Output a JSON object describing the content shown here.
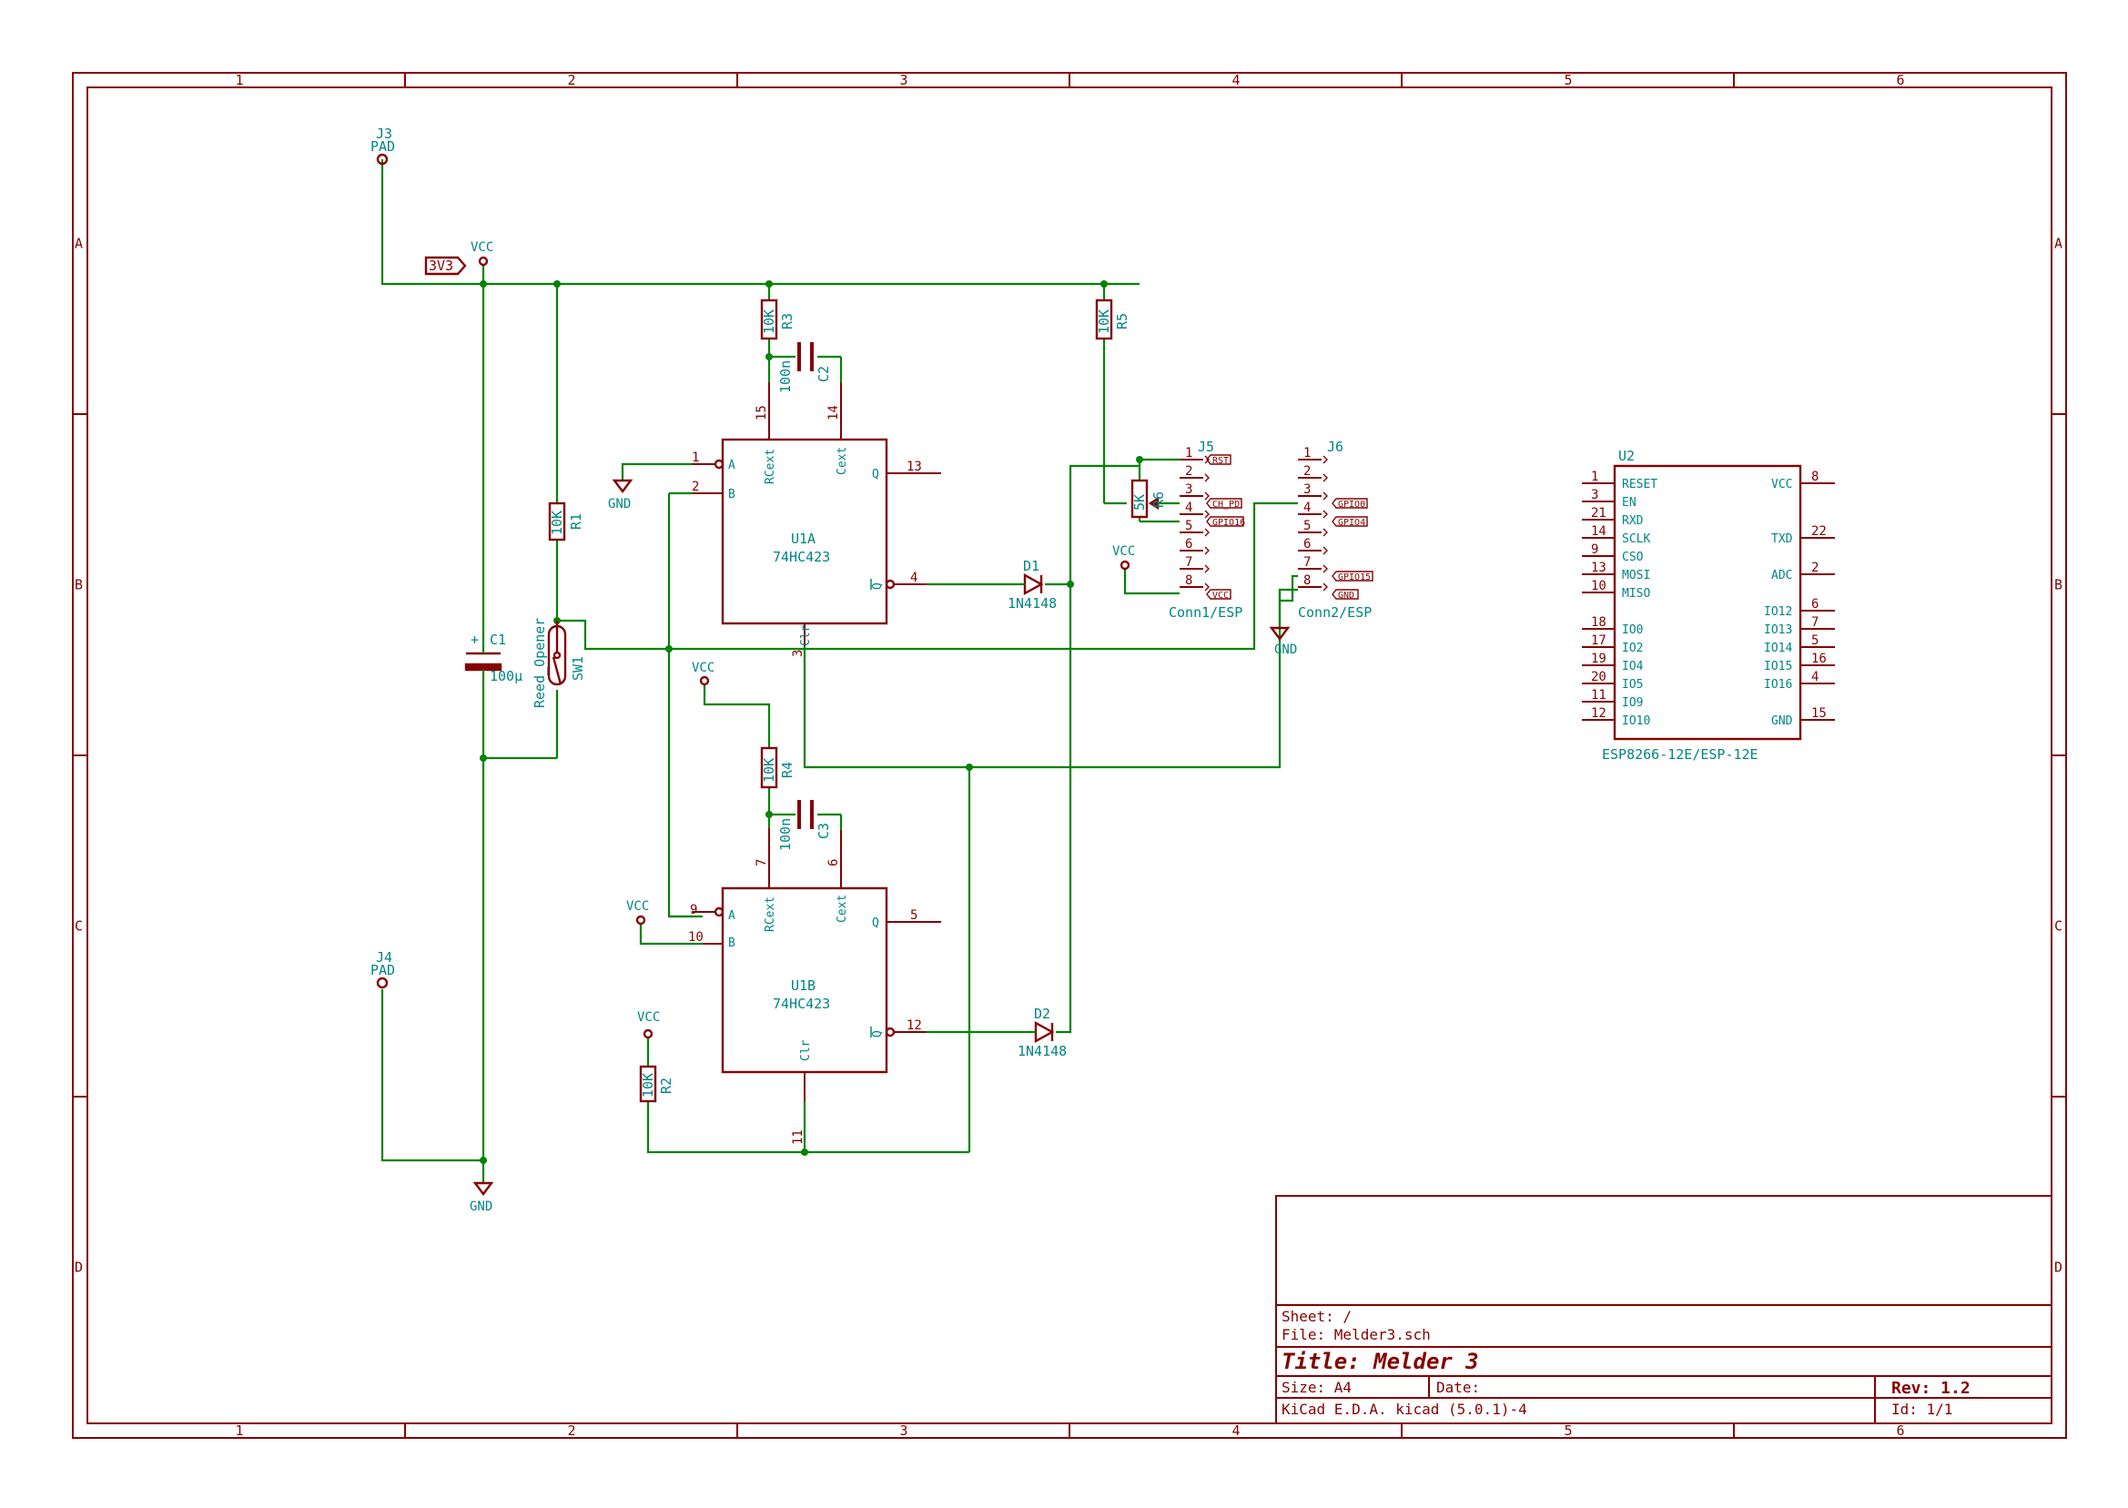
{
  "frame": {
    "columns": [
      "1",
      "2",
      "3",
      "4",
      "5",
      "6"
    ],
    "rows": [
      "A",
      "B",
      "C",
      "D"
    ]
  },
  "title_block": {
    "sheet": "Sheet: /",
    "file": "File: Melder3.sch",
    "title": "Title: Melder 3",
    "size": "Size: A4",
    "date": "Date:",
    "rev": "Rev: 1.2",
    "tool": "KiCad E.D.A.  kicad (5.0.1)-4",
    "id": "Id: 1/1"
  },
  "components": {
    "J3": {
      "ref": "J3",
      "value": "PAD"
    },
    "J4": {
      "ref": "J4",
      "value": "PAD"
    },
    "C1": {
      "ref": "C1",
      "value": "100µ",
      "plus": "+"
    },
    "C2": {
      "ref": "C2",
      "value": "100n"
    },
    "C3": {
      "ref": "C3",
      "value": "100n"
    },
    "R1": {
      "ref": "R1",
      "value": "10K"
    },
    "R2": {
      "ref": "R2",
      "value": "10K"
    },
    "R3": {
      "ref": "R3",
      "value": "10K"
    },
    "R4": {
      "ref": "R4",
      "value": "10K"
    },
    "R5": {
      "ref": "R5",
      "value": "10K"
    },
    "R6": {
      "ref": "R6",
      "value": "5K"
    },
    "SW1": {
      "ref": "SW1",
      "value": "Reed_Opener"
    },
    "D1": {
      "ref": "D1",
      "value": "1N4148"
    },
    "D2": {
      "ref": "D2",
      "value": "1N4148"
    },
    "U1A": {
      "ref": "U1A",
      "value": "74HC423",
      "pins": {
        "A": "A",
        "B": "B",
        "RCext": "RCext",
        "Cext": "Cext",
        "Q": "Q",
        "Qn": "Q",
        "Clr": "Clr"
      },
      "pin_numbers": {
        "A": "1",
        "B": "2",
        "RCext": "15",
        "Cext": "14",
        "Q": "13",
        "Qn": "4",
        "Clr": "3"
      }
    },
    "U1B": {
      "ref": "U1B",
      "value": "74HC423",
      "pins": {
        "A": "A",
        "B": "B",
        "RCext": "RCext",
        "Cext": "Cext",
        "Q": "Q",
        "Qn": "Q",
        "Clr": "Clr"
      },
      "pin_numbers": {
        "A": "9",
        "B": "10",
        "RCext": "7",
        "Cext": "6",
        "Q": "5",
        "Qn": "12",
        "Clr": "11"
      }
    },
    "J5": {
      "ref": "J5",
      "value": "Conn1/ESP",
      "pins": [
        "1",
        "2",
        "3",
        "4",
        "5",
        "6",
        "7",
        "8"
      ]
    },
    "J6": {
      "ref": "J6",
      "value": "Conn2/ESP",
      "pins": [
        "1",
        "2",
        "3",
        "4",
        "5",
        "6",
        "7",
        "8"
      ]
    },
    "U2": {
      "ref": "U2",
      "value": "ESP8266-12E/ESP-12E",
      "left_pins": [
        {
          "num": "1",
          "name": "RESET"
        },
        {
          "num": "3",
          "name": "EN"
        },
        {
          "num": "21",
          "name": "RXD"
        },
        {
          "num": "14",
          "name": "SCLK"
        },
        {
          "num": "9",
          "name": "CSO"
        },
        {
          "num": "13",
          "name": "MOSI"
        },
        {
          "num": "10",
          "name": "MISO"
        },
        {
          "num": "18",
          "name": "IO0"
        },
        {
          "num": "17",
          "name": "IO2"
        },
        {
          "num": "19",
          "name": "IO4"
        },
        {
          "num": "20",
          "name": "IO5"
        },
        {
          "num": "11",
          "name": "IO9"
        },
        {
          "num": "12",
          "name": "IO10"
        }
      ],
      "right_pins": [
        {
          "num": "8",
          "name": "VCC"
        },
        {
          "num": "22",
          "name": "TXD"
        },
        {
          "num": "2",
          "name": "ADC"
        },
        {
          "num": "6",
          "name": "IO12"
        },
        {
          "num": "7",
          "name": "IO13"
        },
        {
          "num": "5",
          "name": "IO14"
        },
        {
          "num": "16",
          "name": "IO15"
        },
        {
          "num": "4",
          "name": "IO16"
        },
        {
          "num": "15",
          "name": "GND"
        }
      ]
    }
  },
  "power": {
    "vcc": "VCC",
    "gnd": "GND",
    "net_3v3": "3V3"
  },
  "labels": {
    "j5": {
      "p1": "RST",
      "p3": "CH_PD",
      "p4": "GPIO16",
      "p8": "VCC"
    },
    "j6": {
      "p3": "GPIO0",
      "p4": "GPIO4",
      "p7": "GPIO15",
      "p8": "GND"
    }
  }
}
